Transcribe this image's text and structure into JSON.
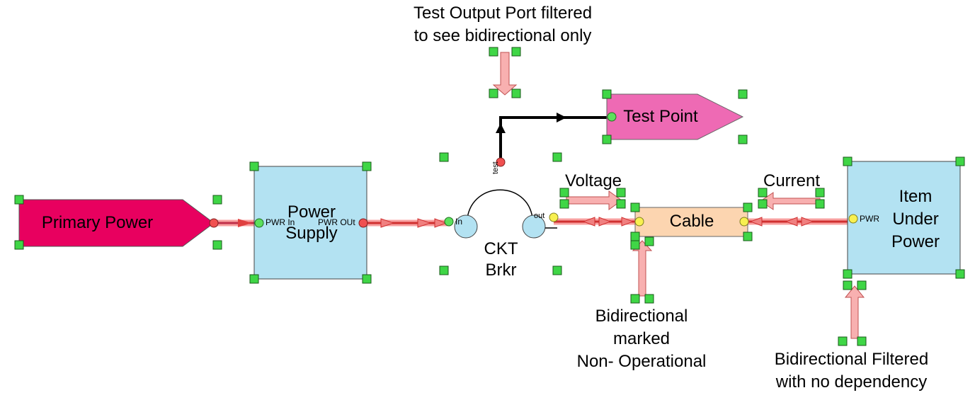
{
  "colors": {
    "primary_power_fill": "#e8005f",
    "test_point_fill": "#ee6ab4",
    "block_fill": "#b3e2f2",
    "cable_fill": "#fcd5b0",
    "handle_green": "#3fd646",
    "port_red": "#f05050",
    "port_green": "#5ce05c",
    "port_yellow": "#f8f050",
    "arrow_pink": "#f8b0b0",
    "wire_red": "#e84040"
  },
  "nodes": {
    "primary_power": {
      "label": "Primary Power",
      "shape": "pentagon-arrow"
    },
    "power_supply": {
      "label": "Power\nSupply",
      "port_in": "PWR In",
      "port_out": "PWR OUt"
    },
    "ckt_brkr": {
      "label": "CKT\nBrkr",
      "port_in": "In",
      "port_out": "out",
      "port_test": "test"
    },
    "test_point": {
      "label": "Test Point",
      "shape": "pentagon-arrow"
    },
    "cable": {
      "label": "Cable"
    },
    "item_under_power": {
      "label": "Item\nUnder\nPower",
      "port": "PWR"
    }
  },
  "annotations": {
    "test_output": "Test Output Port filtered\nto see bidirectional only",
    "voltage": "Voltage",
    "current": "Current",
    "bidir_nonop": "Bidirectional\nmarked\nNon- Operational",
    "bidir_filtered": "Bidirectional Filtered\nwith no dependency"
  },
  "icons": [
    "selection-handle-icon",
    "port-dot-icon",
    "arrow-icon",
    "circuit-breaker-icon"
  ]
}
